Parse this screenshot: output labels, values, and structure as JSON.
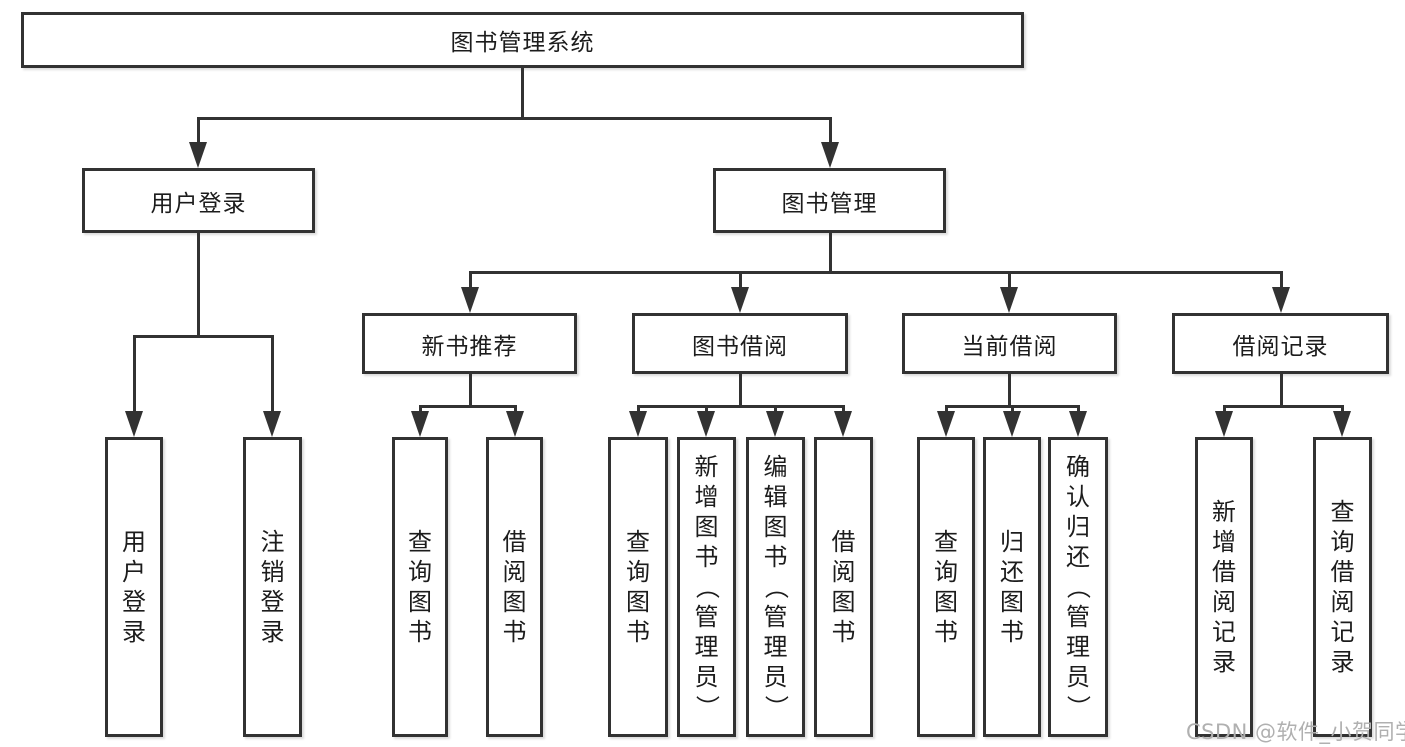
{
  "diagram": {
    "root": "图书管理系统",
    "level2": [
      {
        "label": "用户登录",
        "leaves": [
          "用户登录",
          "注销登录"
        ]
      },
      {
        "label": "图书管理",
        "groups": [
          {
            "label": "新书推荐",
            "leaves": [
              "查询图书",
              "借阅图书"
            ]
          },
          {
            "label": "图书借阅",
            "leaves": [
              "查询图书",
              "新增图书（管理员）",
              "编辑图书（管理员）",
              "借阅图书"
            ]
          },
          {
            "label": "当前借阅",
            "leaves": [
              "查询图书",
              "归还图书",
              "确认归还（管理员）"
            ]
          },
          {
            "label": "借阅记录",
            "leaves": [
              "新增借阅记录",
              "查询借阅记录"
            ]
          }
        ]
      }
    ]
  },
  "watermark": {
    "text": "CSDN @软件_小贺同学"
  },
  "colors": {
    "line": "#323232",
    "text": "#1c1c1c",
    "watermark": "#b0b0b0",
    "background": "#ffffff"
  }
}
